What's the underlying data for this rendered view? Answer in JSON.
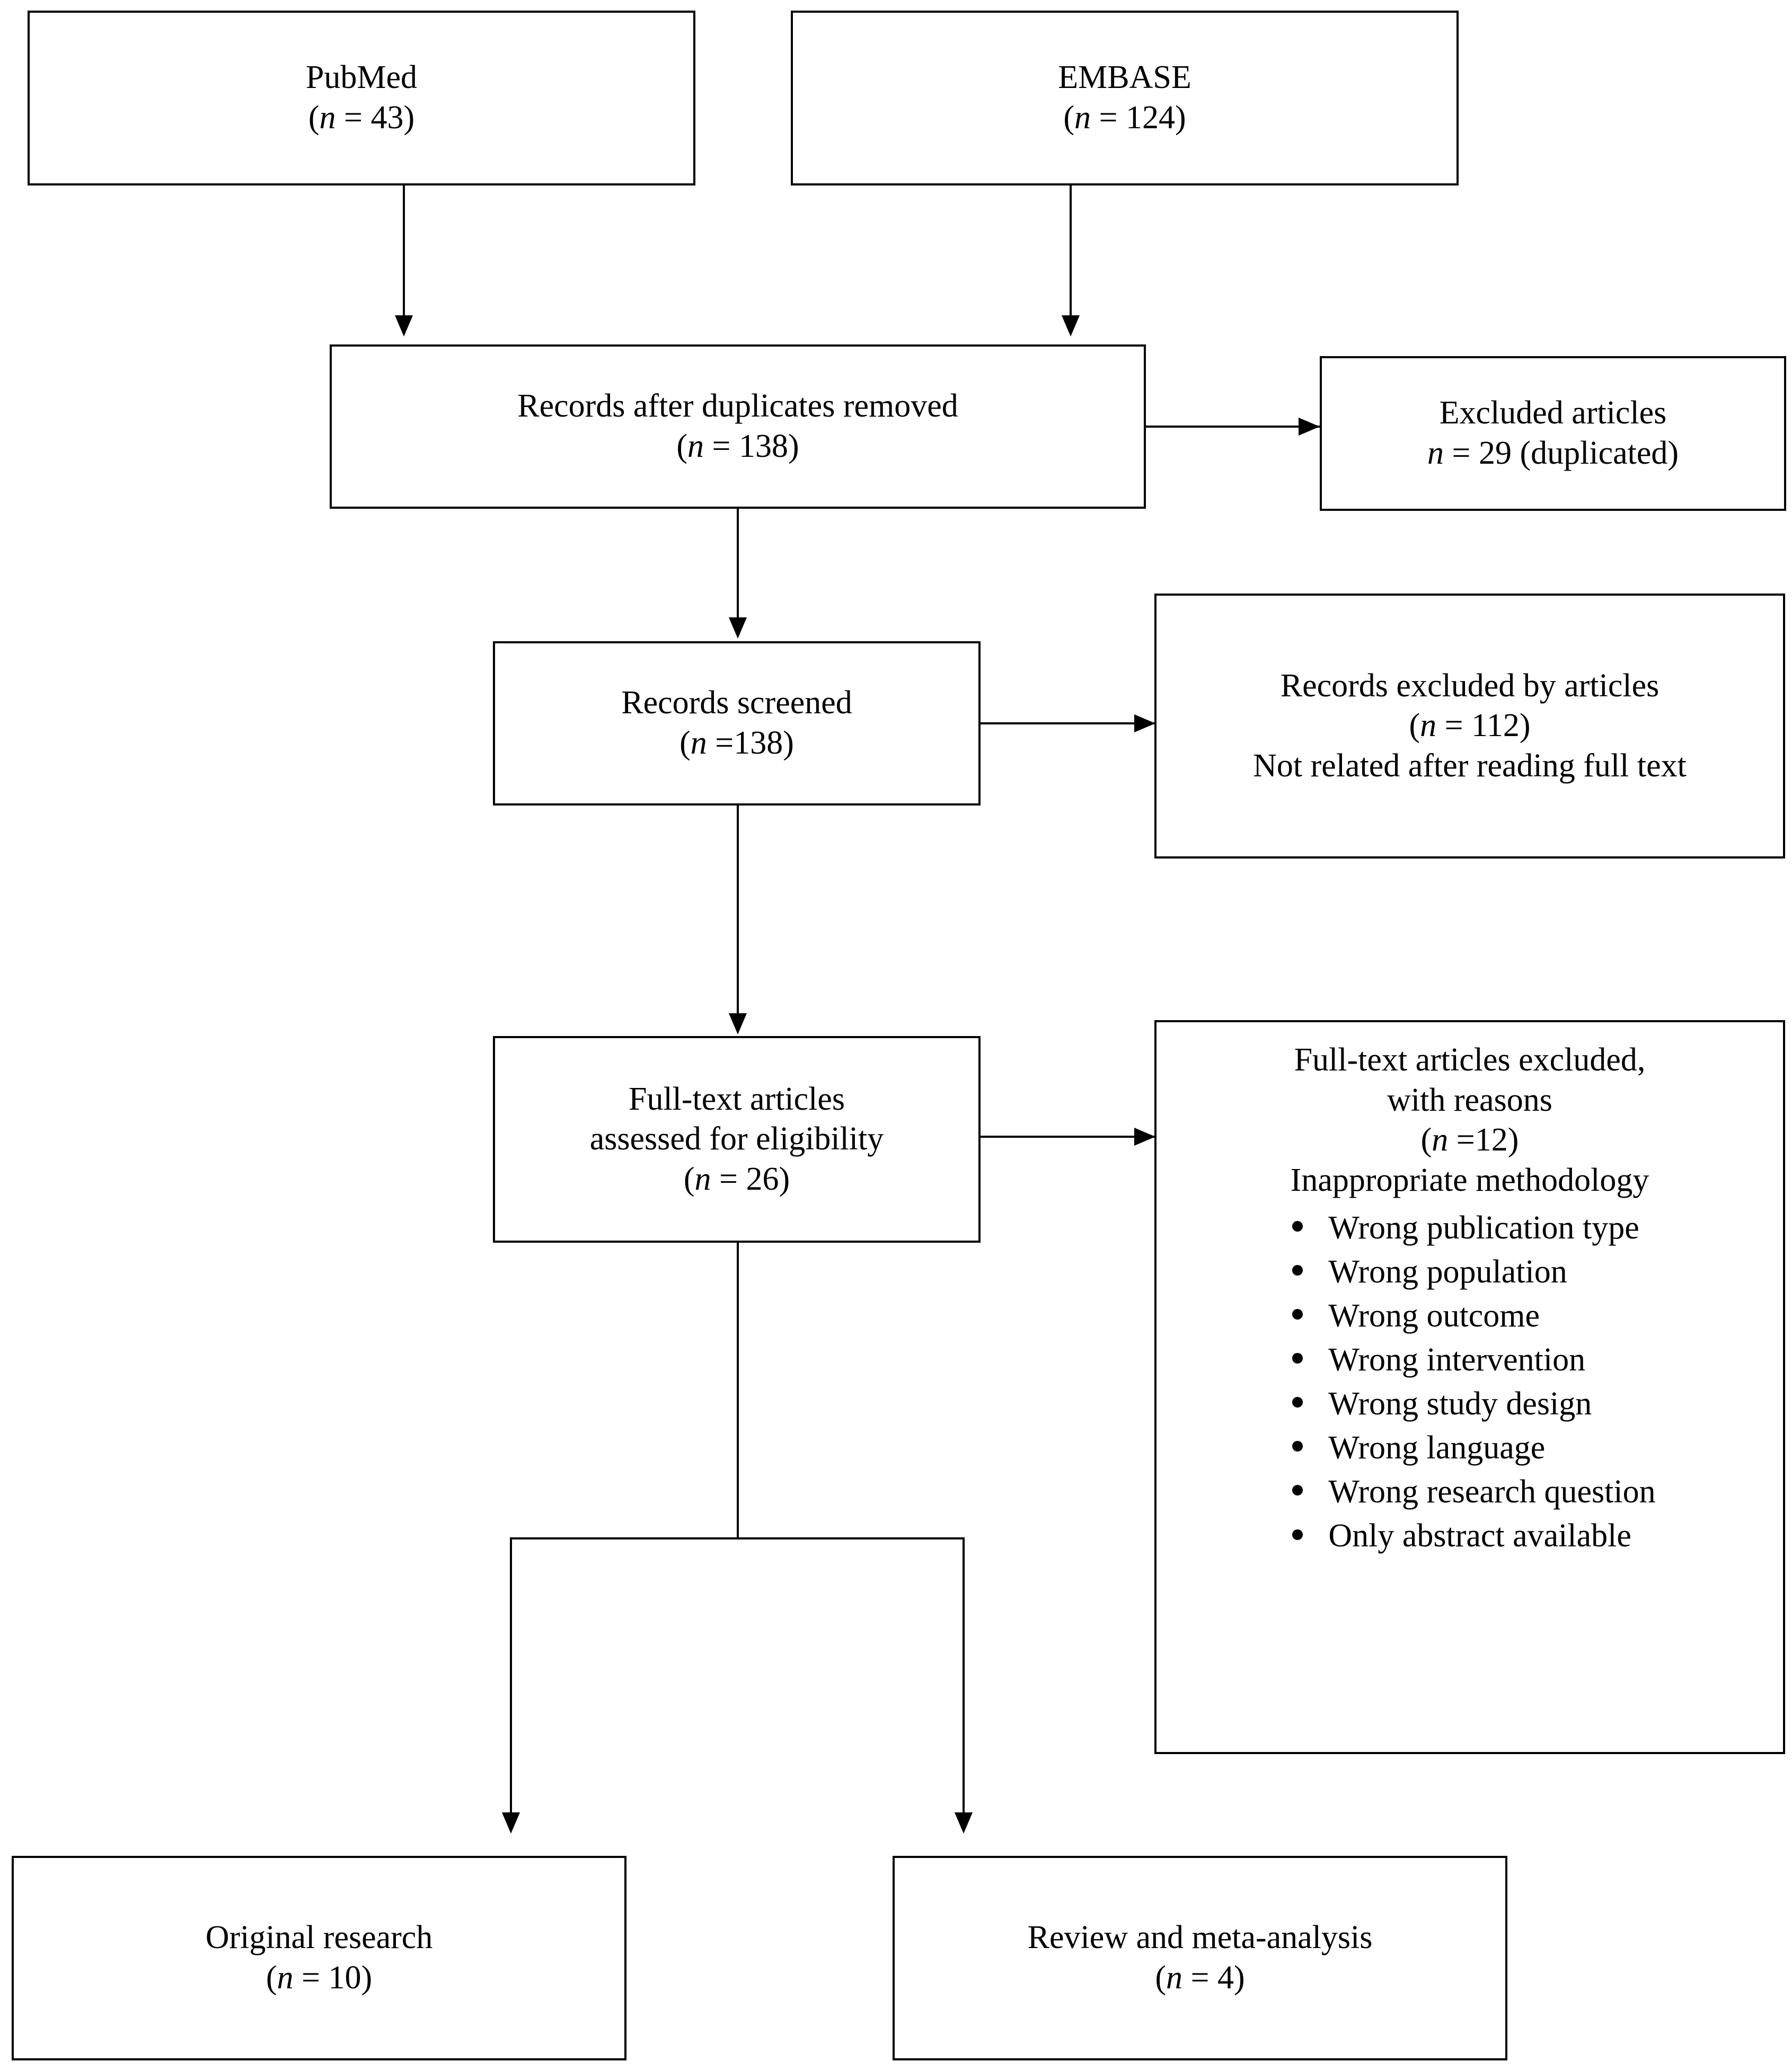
{
  "diagram": {
    "type": "prisma-flow-diagram",
    "nodes": {
      "pubmed": {
        "line1": "PubMed",
        "line2_prefix": "(",
        "line2_var": "n",
        "line2_suffix": " = 43)"
      },
      "embase": {
        "line1": "EMBASE",
        "line2_prefix": "(",
        "line2_var": "n",
        "line2_suffix": " = 124)"
      },
      "duplicates_removed": {
        "line1": "Records after duplicates removed",
        "line2_prefix": "(",
        "line2_var": "n",
        "line2_suffix": " = 138)"
      },
      "excluded_articles": {
        "line1": "Excluded articles",
        "line2_prefix": "",
        "line2_var": "n",
        "line2_suffix": " = 29 (duplicated)"
      },
      "records_screened": {
        "line1": "Records screened",
        "line2_prefix": "(",
        "line2_var": "n",
        "line2_suffix": " =138)"
      },
      "records_excluded": {
        "line1": "Records excluded by articles",
        "line2_prefix": "(",
        "line2_var": "n",
        "line2_suffix": " = 112)",
        "line3": "Not related after reading full text"
      },
      "full_text_assessed": {
        "line1": "Full-text articles",
        "line2": "assessed for eligibility",
        "line3_prefix": "(",
        "line3_var": "n",
        "line3_suffix": " = 26)"
      },
      "full_text_excluded": {
        "line1": "Full-text articles excluded,",
        "line2": "with reasons",
        "line3_prefix": "(",
        "line3_var": "n",
        "line3_suffix": " =12)",
        "line4": "Inappropriate methodology",
        "reasons": [
          "Wrong publication type",
          "Wrong population",
          "Wrong outcome",
          "Wrong intervention",
          "Wrong study design",
          "Wrong language",
          "Wrong research question",
          "Only abstract available"
        ]
      },
      "original_research": {
        "line1": "Original research",
        "line2_prefix": "(",
        "line2_var": "n",
        "line2_suffix": " = 10)"
      },
      "review_meta": {
        "line1": "Review and meta-analysis",
        "line2_prefix": "(",
        "line2_var": "n",
        "line2_suffix": " = 4)"
      }
    },
    "colors": {
      "stroke": "#000000",
      "background": "#ffffff",
      "text": "#000000"
    }
  }
}
